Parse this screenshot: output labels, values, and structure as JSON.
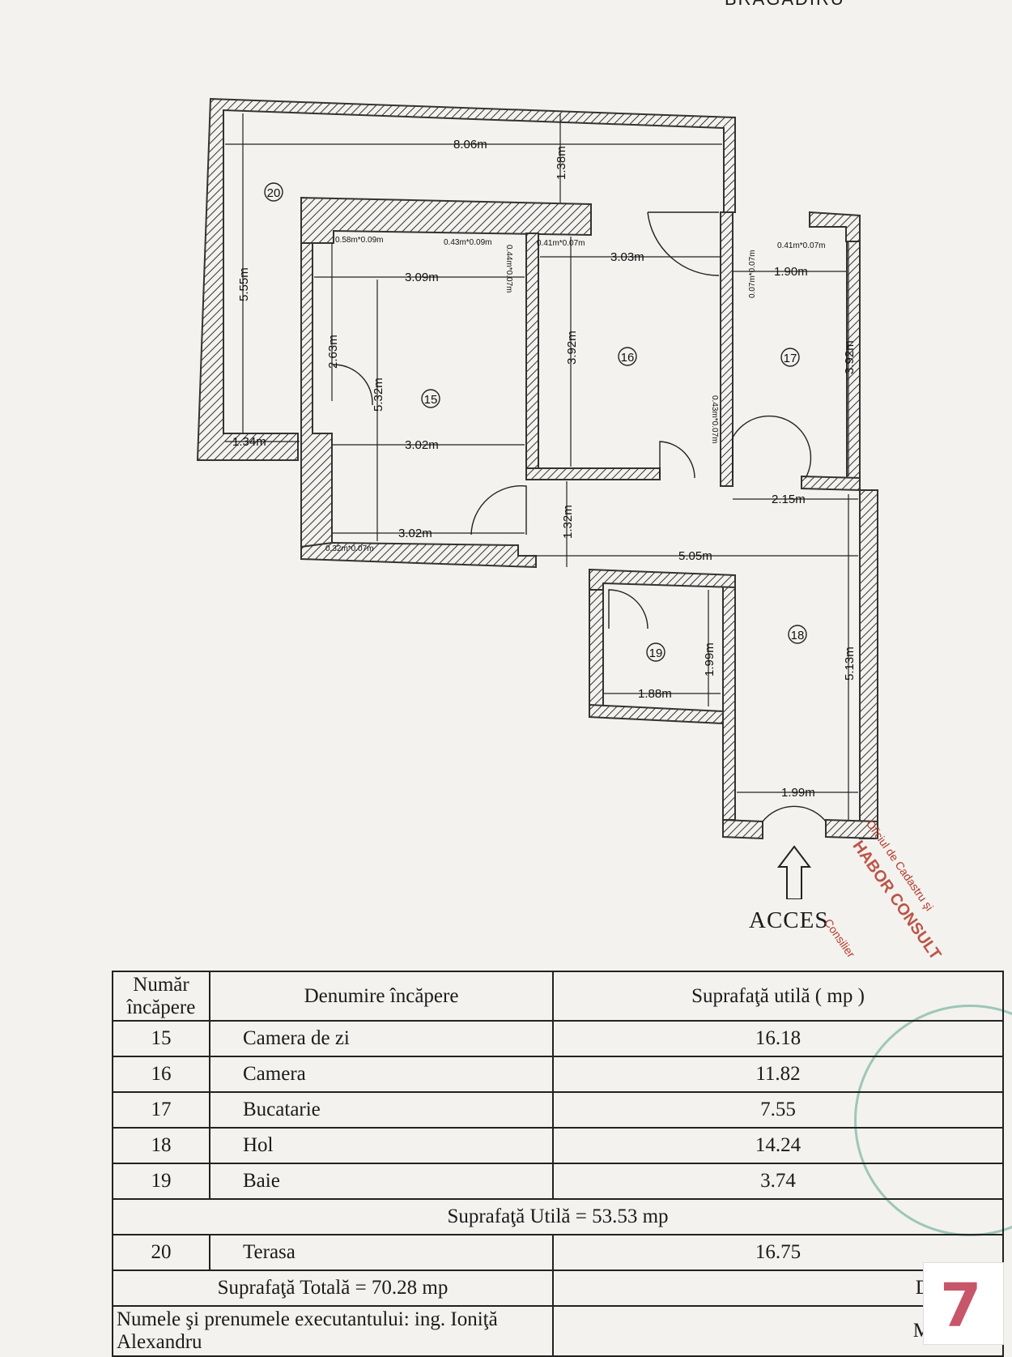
{
  "header": {
    "cut_text": "BRAGADIRU"
  },
  "plan": {
    "rooms": [
      {
        "num": "15",
        "label": "15"
      },
      {
        "num": "16",
        "label": "16"
      },
      {
        "num": "17",
        "label": "17"
      },
      {
        "num": "18",
        "label": "18"
      },
      {
        "num": "19",
        "label": "19"
      },
      {
        "num": "20",
        "label": "20"
      }
    ],
    "dimensions": {
      "d806": "8.06m",
      "d138": "1.38m",
      "d555": "5.55m",
      "d309": "3.09m",
      "d303": "3.03m",
      "d190": "1.90m",
      "d263": "2.63m",
      "d532": "5.32m",
      "d392a": "3.92m",
      "d392b": "3.92m",
      "d134": "1.34m",
      "d302a": "3.02m",
      "d302b": "3.02m",
      "d132": "1.32m",
      "d215": "2.15m",
      "d505": "5.05m",
      "d199a": "1.99m",
      "d188": "1.88m",
      "d513": "5.13m",
      "d199b": "1.99m"
    },
    "niches": {
      "n1": "0.58m*0.09m",
      "n2": "0.43m*0.09m",
      "n3": "0.41m*0.07m",
      "n4": "0.41m*0.07m",
      "n5": "0.44m*0.07m",
      "n6": "0.07m*0.07m",
      "n7": "0.43m*0.07m",
      "n8": "0.32m*0.07m"
    },
    "acces": "ACCES"
  },
  "table": {
    "headers": {
      "num": "Număr încăpere",
      "name": "Denumire încăpere",
      "area": "Suprafaţă utilă ( mp )"
    },
    "rows": [
      {
        "num": "15",
        "name": "Camera de zi",
        "area": "16.18"
      },
      {
        "num": "16",
        "name": "Camera",
        "area": "11.82"
      },
      {
        "num": "17",
        "name": "Bucatarie",
        "area": "7.55"
      },
      {
        "num": "18",
        "name": "Hol",
        "area": "14.24"
      },
      {
        "num": "19",
        "name": "Baie",
        "area": "3.74"
      }
    ],
    "util_total": "Suprafaţă Utilă = 53.53 mp",
    "terrace": {
      "num": "20",
      "name": "Terasa",
      "area": "16.75"
    },
    "grand_total": "Suprafaţă Totală = 70.28 mp",
    "data_label": "Data",
    "executant": "Numele şi prenumele executantului: ing. Ioniţă Alexandru",
    "month": "Mai"
  },
  "stamp": {
    "text": "HABOR CONSULT",
    "office": "Oficiul de Cadastru şi",
    "role": "Consilier"
  },
  "colors": {
    "stamp_red": "#b33a2c",
    "stamp_green": "#4a9a86",
    "logo_pink": "#c8566b"
  }
}
